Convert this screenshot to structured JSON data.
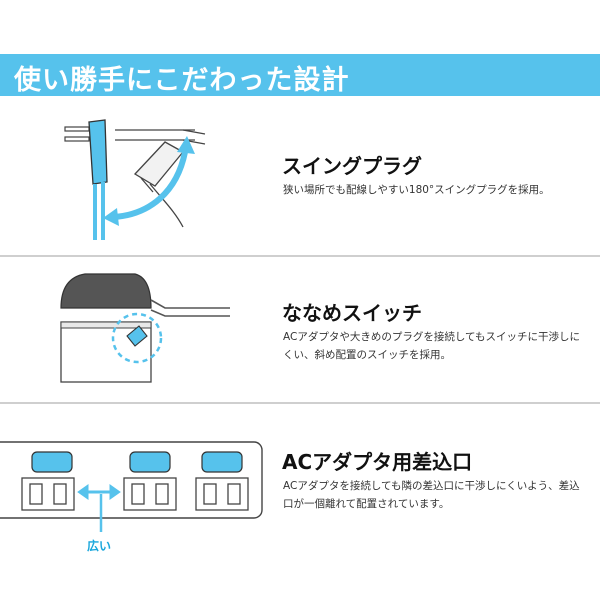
{
  "header": {
    "title": "使い勝手にこだわった設計"
  },
  "features": [
    {
      "title": "スイングプラグ",
      "description": "狭い場所でも配線しやすい180°スイングプラグを採用。"
    },
    {
      "title": "ななめスイッチ",
      "description": "ACアダプタや大きめのプラグを接続してもスイッチに干渉しにくい、斜め配置のスイッチを採用。"
    },
    {
      "title": "ACアダプタ用差込口",
      "description": "ACアダプタを接続しても隣の差込口に干渉しにくいよう、差込口が一個離れて配置されています。"
    }
  ],
  "spacing_label": "広い",
  "colors": {
    "accent": "#56c2ec",
    "label": "#1aa7dc",
    "divider": "#cfcfcf"
  }
}
